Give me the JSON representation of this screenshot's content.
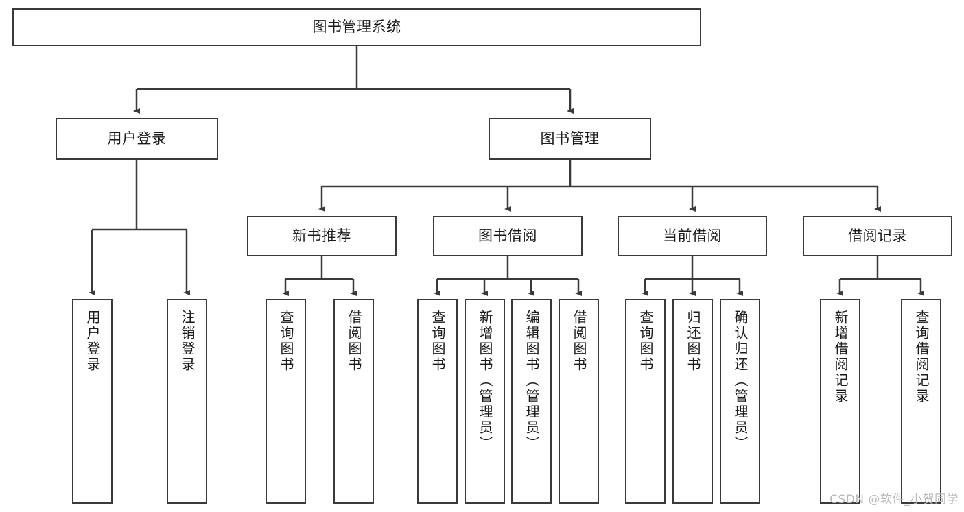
{
  "diagram": {
    "title": "图书管理系统",
    "type": "tree-hierarchy",
    "colors": {
      "box_border": "#3a3a3a",
      "box_fill": "#ffffff",
      "edge": "#3a3a3a",
      "text": "#1a1a1a",
      "watermark": "#b9b9b9"
    },
    "root": {
      "label": "图书管理系统"
    },
    "level2": [
      {
        "label": "用户登录"
      },
      {
        "label": "图书管理"
      }
    ],
    "level3": [
      {
        "label": "新书推荐"
      },
      {
        "label": "图书借阅"
      },
      {
        "label": "当前借阅"
      },
      {
        "label": "借阅记录"
      }
    ],
    "leaves": {
      "user_login": [
        {
          "label": "用户登录"
        },
        {
          "label": "注销登录"
        }
      ],
      "new_book_recommend": [
        {
          "label": "查询图书"
        },
        {
          "label": "借阅图书"
        }
      ],
      "book_borrow": [
        {
          "label": "查询图书"
        },
        {
          "label": "新增图书（管理员）"
        },
        {
          "label": "编辑图书（管理员）"
        },
        {
          "label": "借阅图书"
        }
      ],
      "current_borrow": [
        {
          "label": "查询图书"
        },
        {
          "label": "归还图书"
        },
        {
          "label": "确认归还（管理员）"
        }
      ],
      "borrow_record": [
        {
          "label": "新增借阅记录"
        },
        {
          "label": "查询借阅记录"
        }
      ]
    }
  },
  "watermark": {
    "text": "CSDN @软件_小贺同学"
  }
}
